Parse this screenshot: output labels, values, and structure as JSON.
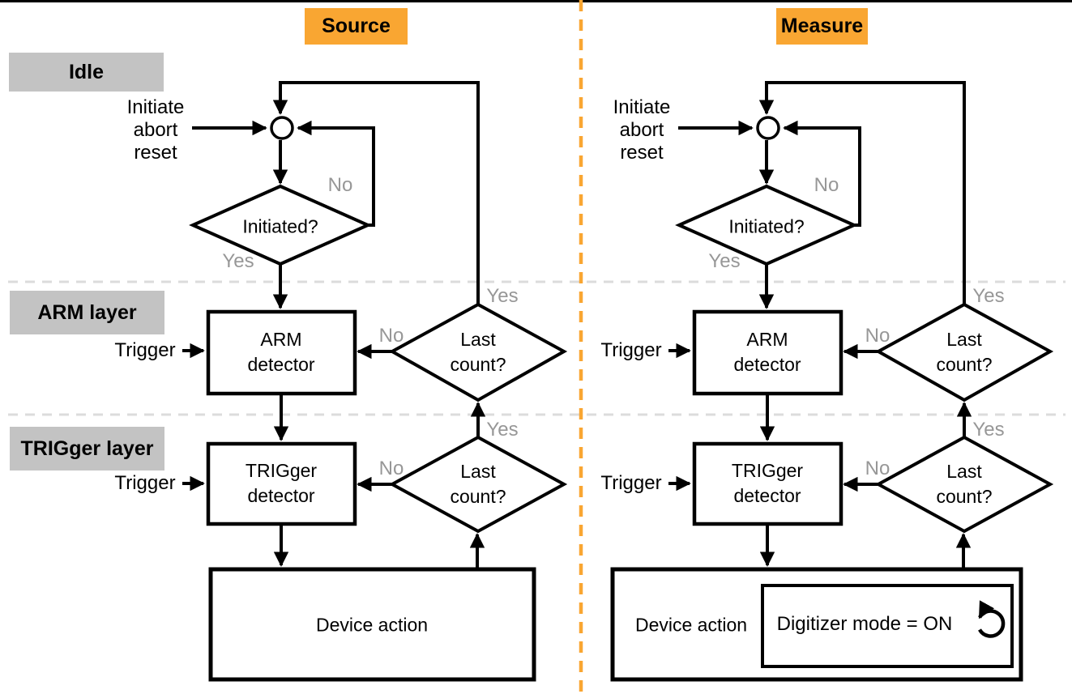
{
  "headers": {
    "source": "Source",
    "measure": "Measure"
  },
  "layers": {
    "idle": "Idle",
    "arm": "ARM layer",
    "trigger": "TRIGger layer"
  },
  "labels": {
    "initiate_inputs": "Initiate\nabort\nreset",
    "initiated_q": "Initiated?",
    "no": "No",
    "yes": "Yes",
    "trigger_input": "Trigger",
    "arm_detector": "ARM\ndetector",
    "trigger_detector": "TRIGger\ndetector",
    "last_count_q": "Last\ncount?",
    "device_action": "Device action",
    "digitizer_mode": "Digitizer mode = ON"
  },
  "icons": {
    "digitizer_loop": "circular-repeat-arrow"
  },
  "colors": {
    "accent_orange": "#F9A632",
    "badge_gray": "#C3C3C3",
    "muted_label": "#979797",
    "separator_gray": "#DCDCDC",
    "line_black": "#000000"
  }
}
